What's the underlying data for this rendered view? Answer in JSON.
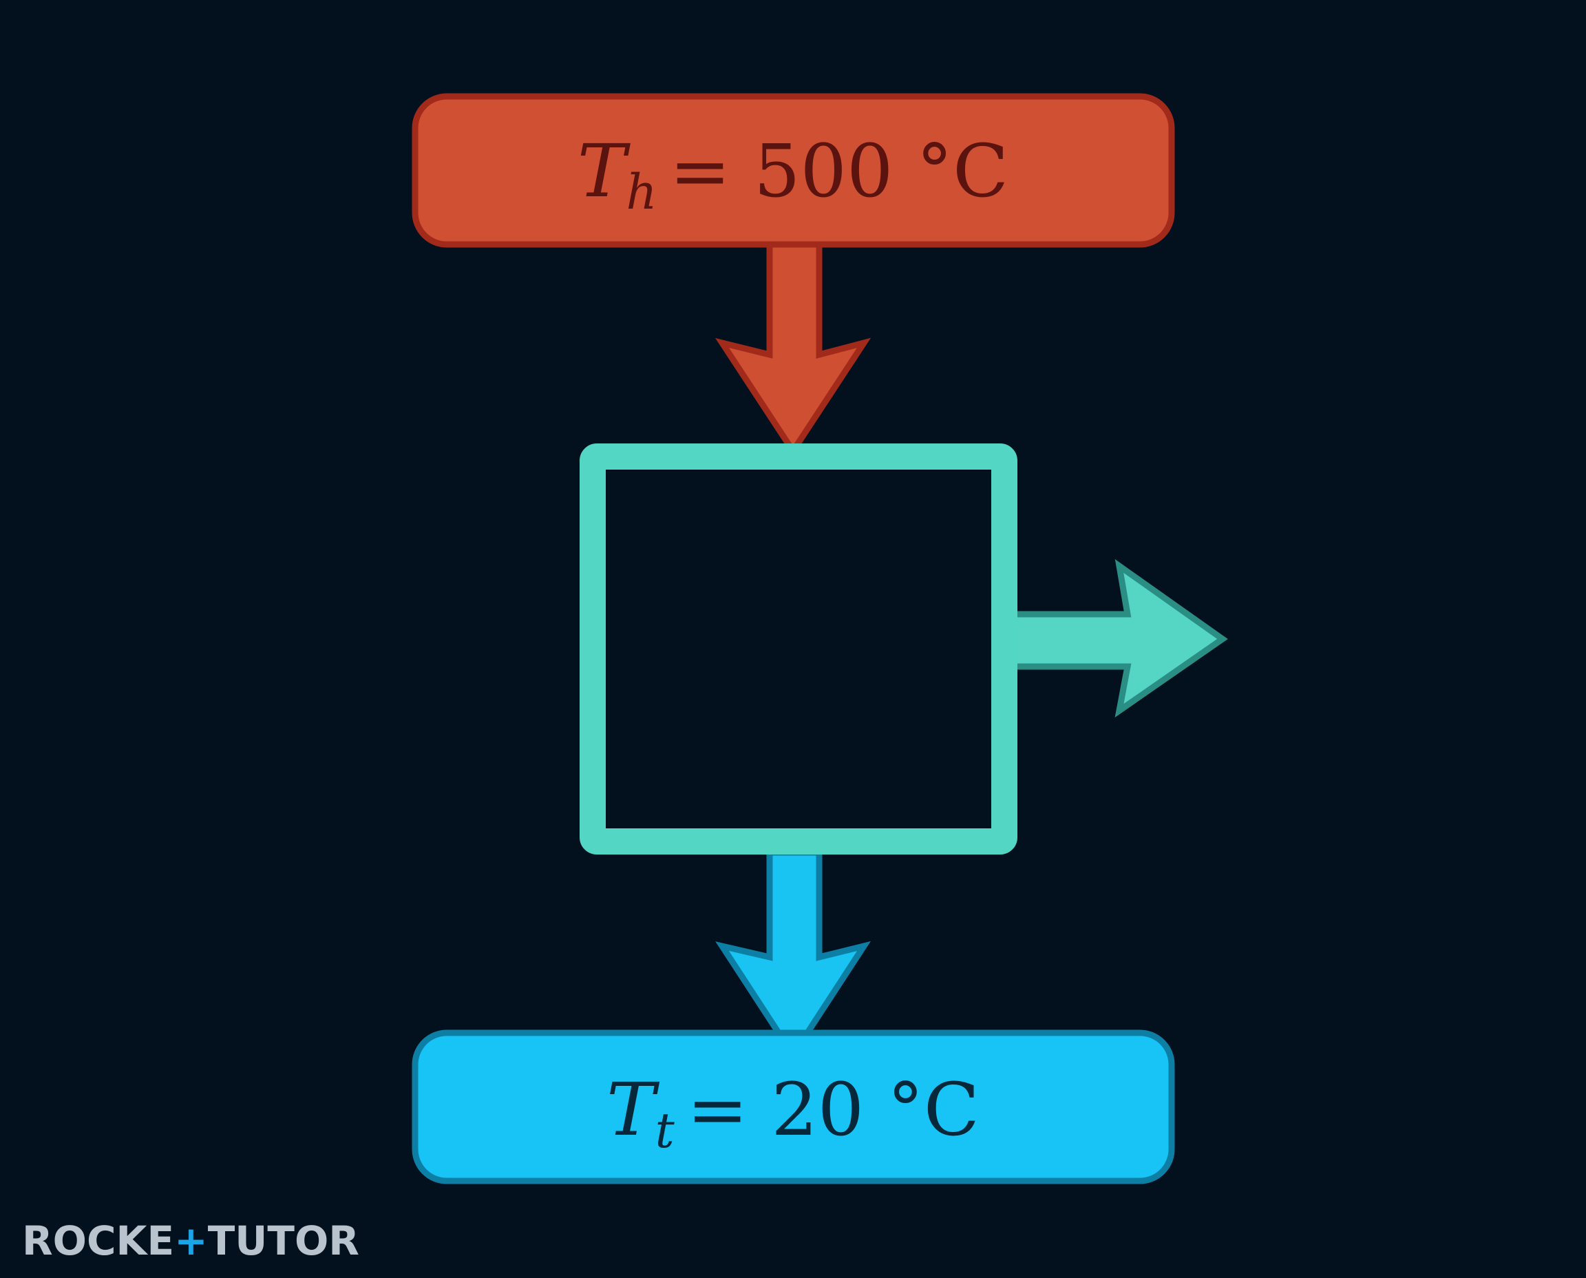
{
  "diagram": {
    "hot_reservoir": {
      "symbol": "T",
      "subscript": "h",
      "relation": "= 500 °C",
      "color": "#cf5033",
      "border": "#a22a1b"
    },
    "cold_reservoir": {
      "symbol": "T",
      "subscript": "t",
      "relation": "= 20 °C",
      "color": "#17c4f5",
      "border": "#0d7fa5"
    },
    "engine": {
      "color": "#53d6c3"
    },
    "heat_in_arrow": {
      "color": "#cf4f32"
    },
    "heat_out_arrow": {
      "color": "#19c3f2"
    },
    "work_arrow": {
      "color": "#55d5c4"
    }
  },
  "brand": {
    "left": "ROCKE",
    "right": "TUTO",
    "last": "R"
  },
  "colors": {
    "background": "#03101d"
  }
}
